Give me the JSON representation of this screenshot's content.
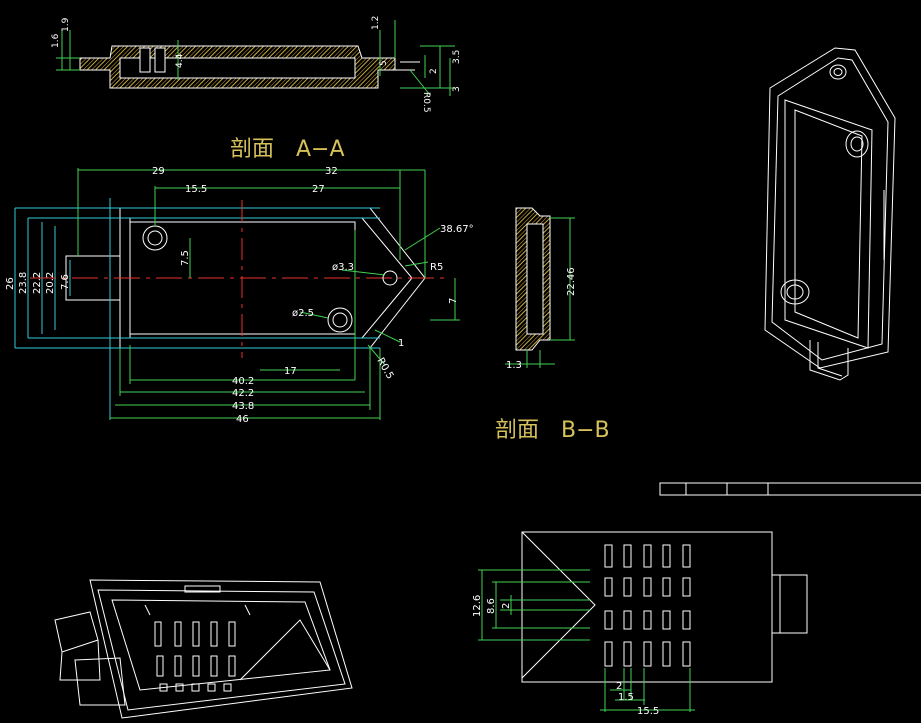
{
  "section_aa": "剖面　A−A",
  "section_bb": "剖面　B−B",
  "top_section": {
    "d_1_6": "1.6",
    "d_1_9": "1.9",
    "d_1_2": "1.2",
    "d_4_4": "4.4",
    "d_5": "5",
    "d_2": "2",
    "d_3_5": "3.5",
    "d_3": "3",
    "d_r05": "R0.5"
  },
  "plan": {
    "d_29": "29",
    "d_32": "32",
    "d_15_5": "15.5",
    "d_27": "27",
    "d_angle": "38.67°",
    "d_hole33": "ø3.3",
    "d_r5": "R5",
    "d_hole25": "ø2.5",
    "d_7_5": "7.5",
    "d_7": "7",
    "d_1": "1",
    "d_r0_5": "R0.5",
    "d_17": "17",
    "d_40_2": "40.2",
    "d_42_2": "42.2",
    "d_43_8": "43.8",
    "d_46": "46",
    "d_26": "26",
    "d_23_8": "23.8",
    "d_22_2": "22.2",
    "d_20_2": "20.2",
    "d_7_6": "7.6"
  },
  "section_b": {
    "d_22_46": "22.46",
    "d_1_3": "1.3"
  },
  "vent_view": {
    "d_12_6": "12.6",
    "d_8_6": "8.6",
    "d_2v": "2",
    "d_2h": "2",
    "d_1_5": "1.5",
    "d_15_5b": "15.5"
  },
  "colors": {
    "green": "#3fd24f",
    "cyan": "#34c9d6",
    "white": "#ffffff",
    "yellow": "#d7c25a",
    "red": "#e8322d",
    "hatch": "#c9a93f"
  }
}
